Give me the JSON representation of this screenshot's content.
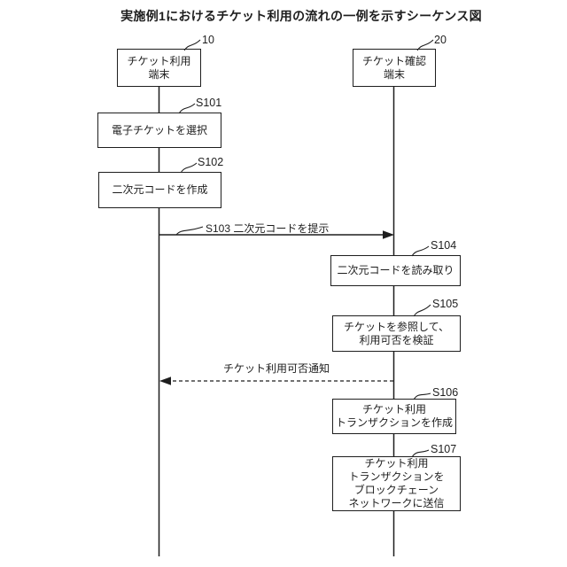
{
  "title": "実施例1におけるチケット利用の流れの一例を示すシーケンス図",
  "actors": {
    "user_terminal": {
      "ref": "10",
      "label": "チケット利用\n端末"
    },
    "check_terminal": {
      "ref": "20",
      "label": "チケット確認\n端末"
    }
  },
  "steps": {
    "s101": {
      "ref": "S101",
      "label": "電子チケットを選択"
    },
    "s102": {
      "ref": "S102",
      "label": "二次元コードを作成"
    },
    "s104": {
      "ref": "S104",
      "label": "二次元コードを読み取り"
    },
    "s105": {
      "ref": "S105",
      "label": "チケットを参照して、\n利用可否を検証"
    },
    "s106": {
      "ref": "S106",
      "label": "チケット利用\nトランザクションを作成"
    },
    "s107": {
      "ref": "S107",
      "label": "チケット利用\nトランザクションを\nブロックチェーン\nネットワークに送信"
    }
  },
  "messages": {
    "s103": {
      "label": "S103 二次元コードを提示",
      "line_style": "solid",
      "direction": "left-to-right"
    },
    "notice": {
      "label": "チケット利用可否通知",
      "line_style": "dashed",
      "direction": "right-to-left"
    }
  },
  "colors": {
    "ink": "#1e1e1e",
    "background": "#ffffff"
  }
}
